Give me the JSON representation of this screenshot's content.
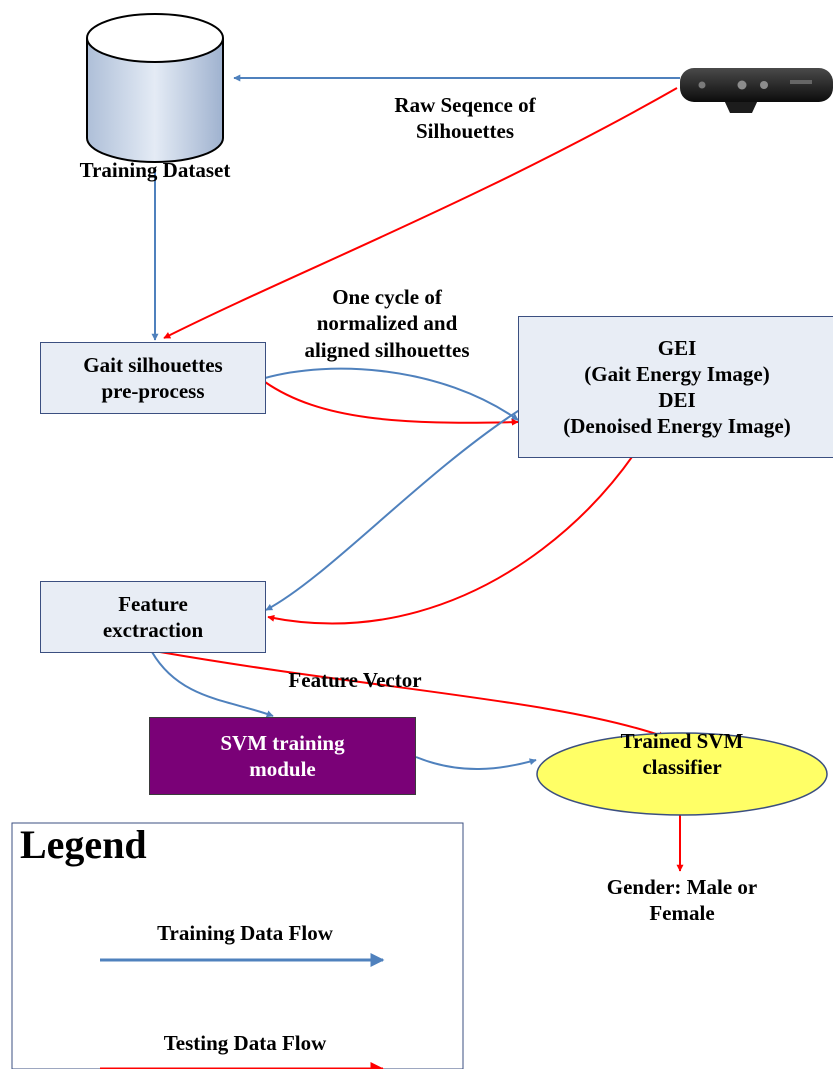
{
  "nodes": {
    "training_dataset": "Training Dataset",
    "gait_preprocess": "Gait silhouettes\npre-process",
    "gei_dei": "GEI\n(Gait Energy Image)\nDEI\n(Denoised Energy Image)",
    "feature_extraction": "Feature\nexctraction",
    "svm_training": "SVM training\nmodule",
    "trained_svm": "Trained SVM\nclassifier",
    "output": "Gender: Male or\nFemale"
  },
  "edges": {
    "raw_sequence": "Raw Seqence of\nSilhouettes",
    "one_cycle": "One cycle of\nnormalized and\naligned silhouettes",
    "feature_vector": "Feature Vector"
  },
  "legend": {
    "title": "Legend",
    "training_flow": "Training Data Flow",
    "testing_flow": "Testing Data Flow"
  },
  "colors": {
    "training": "#4f81bd",
    "testing": "#ff0000",
    "box_fill": "#e8edf5",
    "svm_box_fill": "#7a0177",
    "ellipse_fill": "#ffff66"
  },
  "icons": {
    "database": "database-cylinder-icon",
    "sensor": "kinect-camera-icon"
  }
}
